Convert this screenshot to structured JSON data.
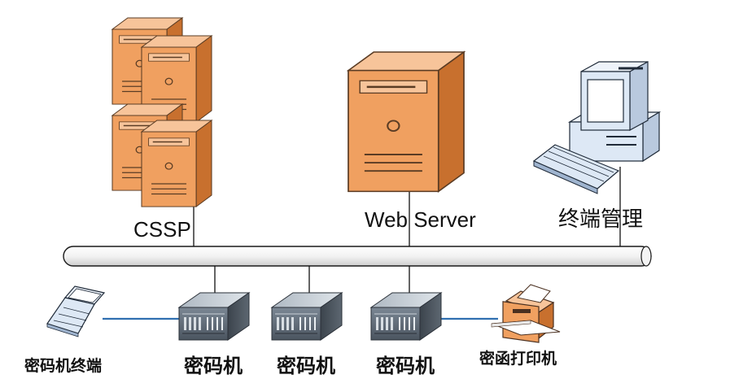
{
  "nodes": {
    "cssp": {
      "label": "CSSP"
    },
    "web_server": {
      "label": "Web Server"
    },
    "terminal_mgmt": {
      "label": "终端管理"
    },
    "crypto_terminal": {
      "label": "密码机终端"
    },
    "crypto_machine_1": {
      "label": "密码机"
    },
    "crypto_machine_2": {
      "label": "密码机"
    },
    "crypto_machine_3": {
      "label": "密码机"
    },
    "sealed_printer": {
      "label": "密函打印机"
    }
  },
  "icons": {
    "cssp": "server-cluster-icon",
    "web_server": "tower-server-icon",
    "terminal_mgmt": "desktop-computer-icon",
    "crypto_terminal": "laptop-icon",
    "crypto_machine": "rack-server-icon",
    "sealed_printer": "printer-icon"
  },
  "colors": {
    "server_orange": "#f0a060",
    "server_orange_dark": "#c8702e",
    "computer_blue": "#dde8f5",
    "network_line": "#111111",
    "peripheral_line": "#2f6fb0"
  }
}
